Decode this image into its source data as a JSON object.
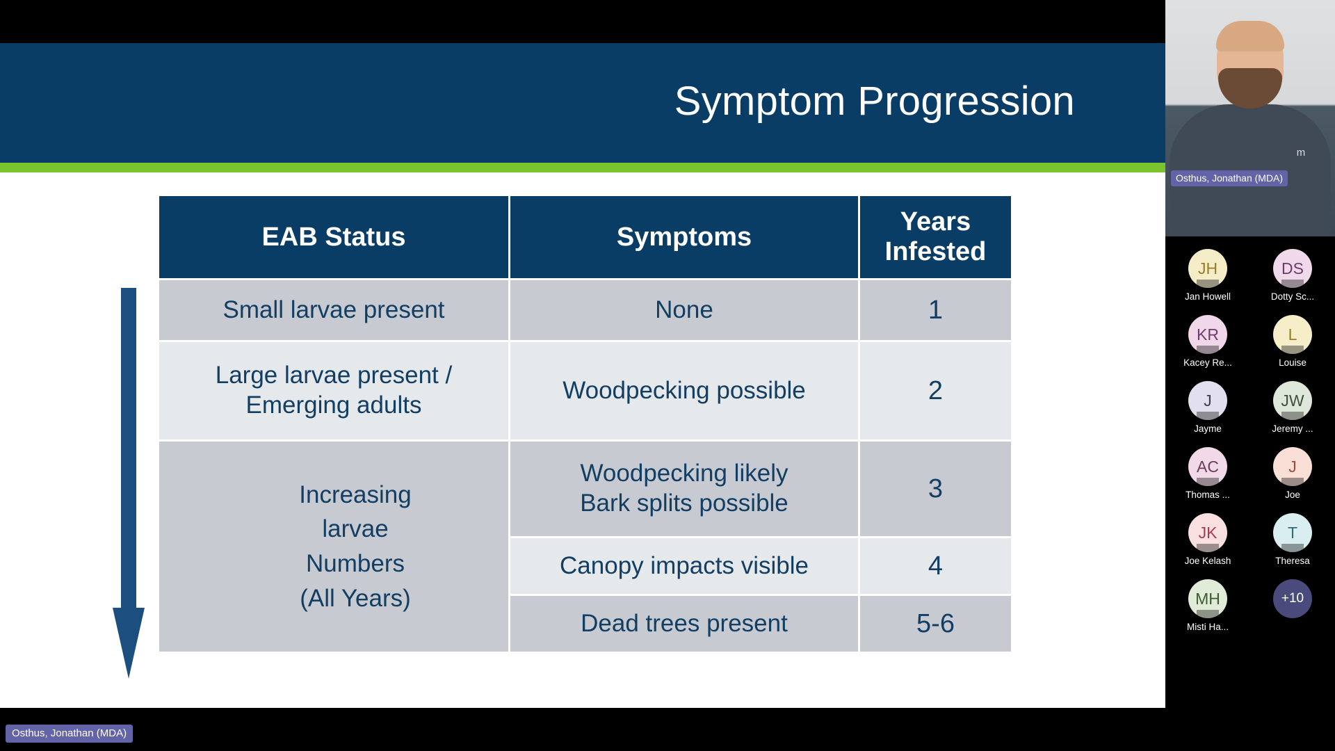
{
  "slide": {
    "title": "Symptom Progression",
    "accent_band": "#0a3d66",
    "accent_rule": "#7cc42e",
    "text_color": "#123e63",
    "arrow_color": "#1c4f80",
    "table": {
      "headers": [
        "EAB Status",
        "Symptoms",
        "Years\nInfested"
      ],
      "header_eab": "EAB Status",
      "header_symptoms": "Symptoms",
      "header_years_line1": "Years",
      "header_years_line2": "Infested",
      "rows": [
        {
          "eab_status": "Small larvae present",
          "symptoms": "None",
          "years_infested": "1",
          "shade": "dark"
        },
        {
          "eab_status": "Large larvae present /\nEmerging adults",
          "eab_line1": "Large larvae present /",
          "eab_line2": "Emerging adults",
          "symptoms": "Woodpecking possible",
          "years_infested": "2",
          "shade": "light"
        },
        {
          "eab_status": "Increasing larvae Numbers (All Years)",
          "symptoms_line1": "Woodpecking likely",
          "symptoms_line2": "Bark splits possible",
          "years_infested": "3",
          "shade": "dark"
        },
        {
          "symptoms": "Canopy impacts visible",
          "years_infested": "4",
          "shade": "light"
        },
        {
          "symptoms": "Dead trees present",
          "years_infested": "5-6",
          "shade": "dark"
        }
      ],
      "merged_cell": {
        "line1": "Increasing",
        "line2": "larvae",
        "line3": "Numbers",
        "line4": "(All Years)"
      }
    }
  },
  "meeting": {
    "presenter_name": "Osthus, Jonathan (MDA)",
    "self_name": "Osthus, Jonathan (MDA)",
    "name_badge_color": "#6264a7",
    "participants": [
      {
        "initials": "JH",
        "name": "Jan Howell",
        "bg": "#f5ecc8",
        "fg": "#9a7c2a"
      },
      {
        "initials": "DS",
        "name": "Dotty Sc...",
        "bg": "#f0d9ea",
        "fg": "#6e3b6b"
      },
      {
        "initials": "KR",
        "name": "Kacey Re...",
        "bg": "#f0d8ea",
        "fg": "#6e3b6b"
      },
      {
        "initials": "L",
        "name": "Louise",
        "bg": "#f6eec9",
        "fg": "#9a7c2a"
      },
      {
        "initials": "J",
        "name": "Jayme",
        "bg": "#e2e0ee",
        "fg": "#3c3b58"
      },
      {
        "initials": "JW",
        "name": "Jeremy ...",
        "bg": "#dfe7da",
        "fg": "#3d4f39"
      },
      {
        "initials": "AC",
        "name": "Thomas ...",
        "bg": "#f2d9e8",
        "fg": "#6e3b5c"
      },
      {
        "initials": "J",
        "name": "Joe",
        "bg": "#fadfd6",
        "fg": "#a04b3a"
      },
      {
        "initials": "JK",
        "name": "Joe Kelash",
        "bg": "#fadfe0",
        "fg": "#a83c54"
      },
      {
        "initials": "T",
        "name": "Theresa",
        "bg": "#d9eef0",
        "fg": "#2f6b72"
      },
      {
        "initials": "MH",
        "name": "Misti Ha...",
        "bg": "#e0ecd8",
        "fg": "#3d5a33"
      },
      {
        "initials": "+10",
        "name": "",
        "bg": "#4a4a7d",
        "fg": "#ffffff",
        "overflow": true
      }
    ]
  }
}
